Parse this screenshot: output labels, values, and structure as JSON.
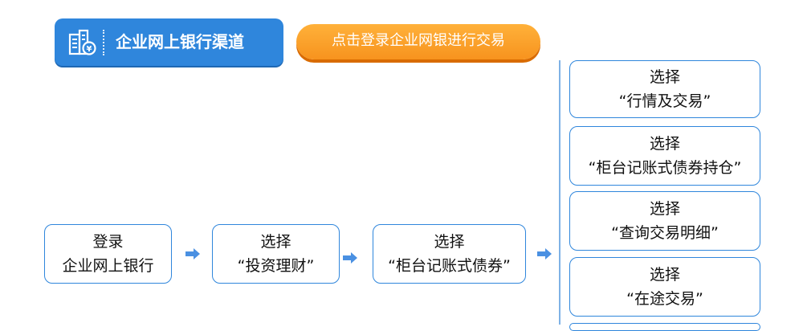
{
  "header": {
    "title": "企业网上银行渠道",
    "icon": "building-bank-icon"
  },
  "cta": {
    "label": "点击登录企业网银进行交易"
  },
  "steps": [
    {
      "line1": "登录",
      "line2": "企业网上银行"
    },
    {
      "line1": "选择",
      "line2": "“投资理财”"
    },
    {
      "line1": "选择",
      "line2": "“柜台记账式债券”"
    }
  ],
  "options": [
    {
      "line1": "选择",
      "line2": "“行情及交易”"
    },
    {
      "line1": "选择",
      "line2": "“柜台记账式债券持仓”"
    },
    {
      "line1": "选择",
      "line2": "“查询交易明细”"
    },
    {
      "line1": "选择",
      "line2": "“在途交易”"
    }
  ],
  "colors": {
    "primary": "#2f86dc",
    "accent": "#f7931e",
    "arrow": "#4a90e2"
  }
}
